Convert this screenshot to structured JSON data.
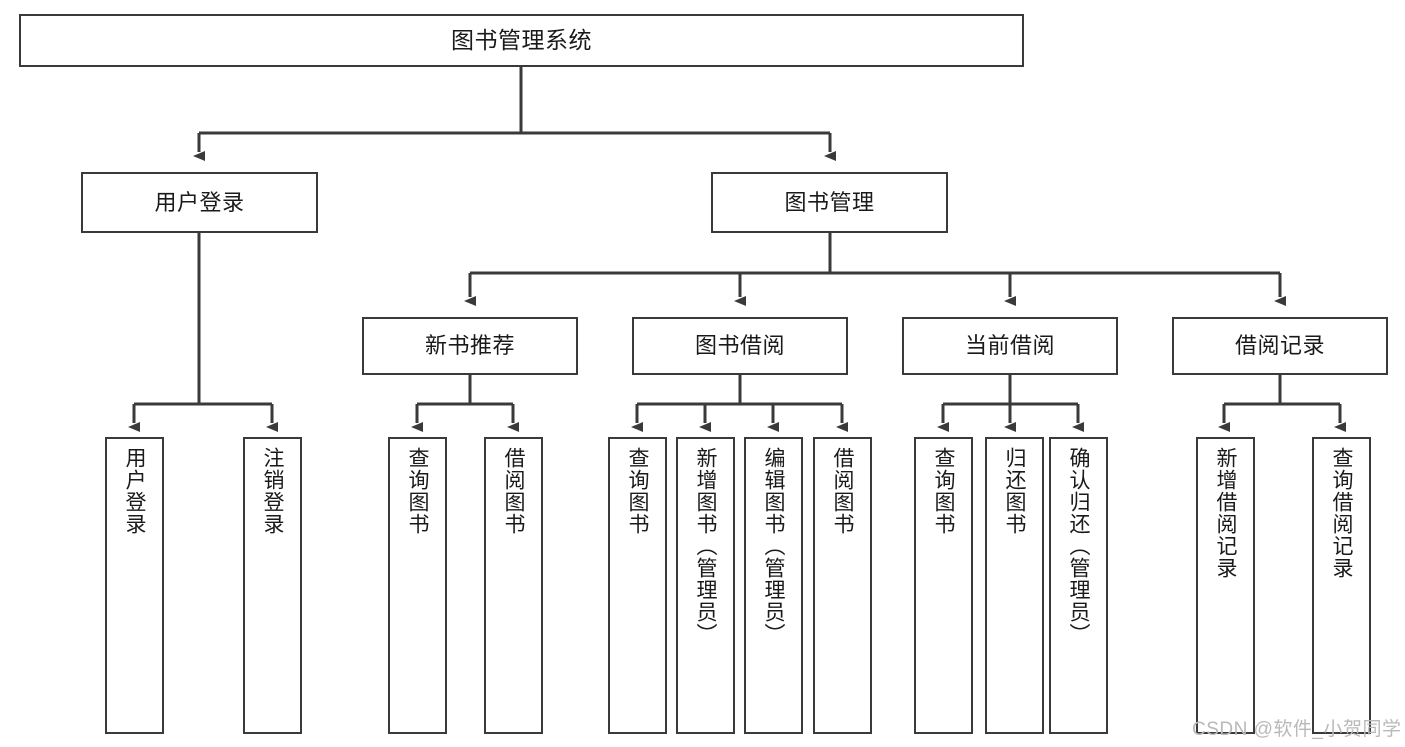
{
  "diagram": {
    "title": "图书管理系统",
    "type": "hierarchy-tree",
    "stroke_color": "#3a3a3a",
    "text_color": "#1a1a1a",
    "background_color": "#ffffff",
    "levels": [
      {
        "level": 1,
        "nodes": [
          {
            "id": "root",
            "label": "图书管理系统",
            "orientation": "horizontal"
          }
        ]
      },
      {
        "level": 2,
        "nodes": [
          {
            "id": "login",
            "label": "用户登录",
            "orientation": "horizontal",
            "parent": "root"
          },
          {
            "id": "bookmgmt",
            "label": "图书管理",
            "orientation": "horizontal",
            "parent": "root"
          }
        ]
      },
      {
        "level": 3,
        "nodes": [
          {
            "id": "newbook",
            "label": "新书推荐",
            "orientation": "horizontal",
            "parent": "bookmgmt"
          },
          {
            "id": "borrow",
            "label": "图书借阅",
            "orientation": "horizontal",
            "parent": "bookmgmt"
          },
          {
            "id": "current",
            "label": "当前借阅",
            "orientation": "horizontal",
            "parent": "bookmgmt"
          },
          {
            "id": "records",
            "label": "借阅记录",
            "orientation": "horizontal",
            "parent": "bookmgmt"
          }
        ]
      },
      {
        "level": 4,
        "nodes": [
          {
            "id": "leaf1",
            "label": "用户登录",
            "orientation": "vertical",
            "parent": "login"
          },
          {
            "id": "leaf2",
            "label": "注销登录",
            "orientation": "vertical",
            "parent": "login"
          },
          {
            "id": "leaf3",
            "label": "查询图书",
            "orientation": "vertical",
            "parent": "newbook"
          },
          {
            "id": "leaf4",
            "label": "借阅图书",
            "orientation": "vertical",
            "parent": "newbook"
          },
          {
            "id": "leaf5",
            "label": "查询图书",
            "orientation": "vertical",
            "parent": "borrow"
          },
          {
            "id": "leaf6",
            "label": "新增图书（管理员）",
            "orientation": "vertical",
            "parent": "borrow"
          },
          {
            "id": "leaf7",
            "label": "编辑图书（管理员）",
            "orientation": "vertical",
            "parent": "borrow"
          },
          {
            "id": "leaf8",
            "label": "借阅图书",
            "orientation": "vertical",
            "parent": "borrow"
          },
          {
            "id": "leaf9",
            "label": "查询图书",
            "orientation": "vertical",
            "parent": "current"
          },
          {
            "id": "leaf10",
            "label": "归还图书",
            "orientation": "vertical",
            "parent": "current"
          },
          {
            "id": "leaf11",
            "label": "确认归还（管理员）",
            "orientation": "vertical",
            "parent": "current"
          },
          {
            "id": "leaf12",
            "label": "新增借阅记录",
            "orientation": "vertical",
            "parent": "records"
          },
          {
            "id": "leaf13",
            "label": "查询借阅记录",
            "orientation": "vertical",
            "parent": "records"
          }
        ]
      }
    ]
  },
  "watermark": {
    "text": "CSDN @软件_小贺同学"
  }
}
